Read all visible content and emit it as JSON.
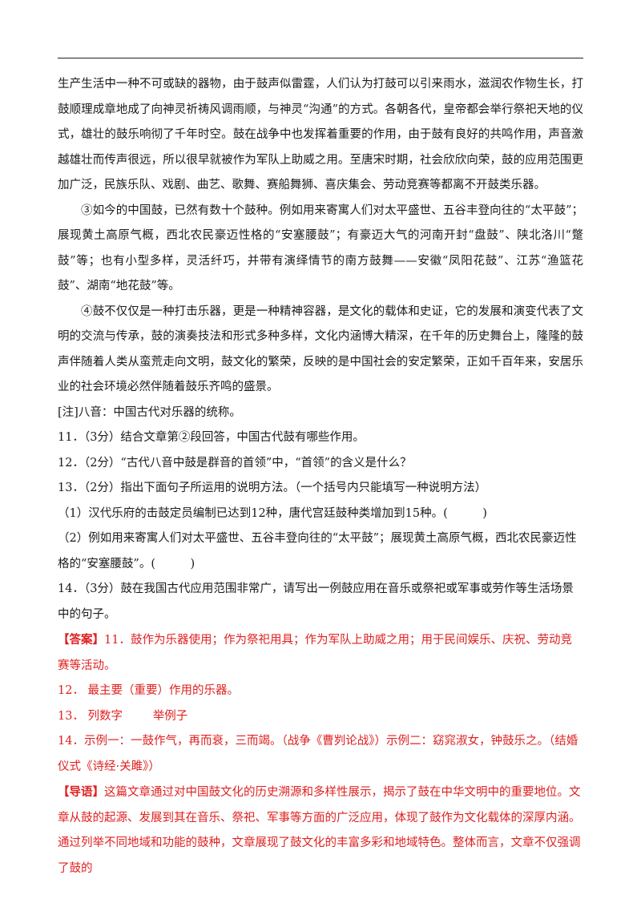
{
  "passage": {
    "p2_tail": "生产生活中一种不可或缺的器物，由于鼓声似雷霆，人们认为打鼓可以引来雨水，滋润农作物生长，打鼓顺理成章地成了向神灵祈祷风调雨顺，与神灵“沟通”的方式。各朝各代，皇帝都会举行祭祀天地的仪式，雄壮的鼓乐响彻了千年时空。鼓在战争中也发挥着重要的作用，由于鼓有良好的共鸣作用，声音激越雄壮而传声很远，所以很早就被作为军队上助威之用。至唐宋时期，社会欣欣向荣，鼓的应用范围更加广泛，民族乐队、戏剧、曲艺、歌舞、赛船舞狮、喜庆集会、劳动竞赛等都离不开鼓类乐器。",
    "p3": "③如今的中国鼓，已然有数十个鼓种。例如用来寄寓人们对太平盛世、五谷丰登向往的“太平鼓”；展现黄土高原气概，西北农民豪迈性格的“安塞腰鼓”；有豪迈大气的河南开封“盘鼓”、陕北洛川“蹩鼓”等；也有小型多样，灵活纤巧，并带有演绎情节的南方鼓舞——安徽“凤阳花鼓”、江苏“渔篮花鼓”、湖南“地花鼓”等。",
    "p4": "④鼓不仅仅是一种打击乐器，更是一种精神容器，是文化的载体和史证，它的发展和演变代表了文明的交流与传承，鼓的演奏技法和形式多种多样，文化内涵博大精深，在千年的历史舞台上，隆隆的鼓声伴随着人类从蛮荒走向文明，鼓文化的繁荣，反映的是中国社会的安定繁荣，正如千百年来，安居乐业的社会环境必然伴随着鼓乐齐鸣的盛景。",
    "note": "[注]八音：中国古代对乐器的统称。"
  },
  "questions": {
    "q11": "11．（3分）结合文章第②段回答，中国古代鼓有哪些作用。",
    "q12": "12．（2分）“古代八音中鼓是群音的首领”中，“首领”的含义是什么？",
    "q13": "13．（2分）指出下面句子所运用的说明方法。（一个括号内只能填写一种说明方法）",
    "q13_1": "（1）汉代乐府的击鼓定员编制已达到12种，唐代宫廷鼓种类增加到15种。(　　　)",
    "q13_2": "（2）例如用来寄寓人们对太平盛世、五谷丰登向往的“太平鼓”；展现黄土高原气概，西北农民豪迈性格的“安塞腰鼓”。(　　　)",
    "q14": "14．（3分）鼓在我国古代应用范围非常广，请写出一例鼓应用在音乐或祭祀或军事或劳作等生活场景中的句子。"
  },
  "answers": {
    "tag": "【答案】",
    "a11": "11．鼓作为乐器使用；作为祭祀用具；作为军队上助威之用；用于民间娱乐、庆祝、劳动竞赛等活动。",
    "a12": "12．  最主要（重要）作用的乐器。",
    "a13_a": "13．  列数字",
    "a13_b": "举例子",
    "a14": "14．示例一：一鼓作气，再而衰，三而竭。（战争《曹刿论战》）示例二：窈窕淑女，钟鼓乐之。（结婚仪式《诗经·关雎》）",
    "guide_tag": "【导语】",
    "guide": "这篇文章通过对中国鼓文化的历史溯源和多样性展示，揭示了鼓在中华文明中的重要地位。文章从鼓的起源、发展到其在音乐、祭祀、军事等方面的广泛应用，体现了鼓作为文化载体的深厚内涵。通过列举不同地域和功能的鼓种，文章展现了鼓文化的丰富多彩和地域特色。整体而言，文章不仅强调了鼓的"
  },
  "colors": {
    "answer": "#e02020",
    "text": "#1a1a1a"
  }
}
